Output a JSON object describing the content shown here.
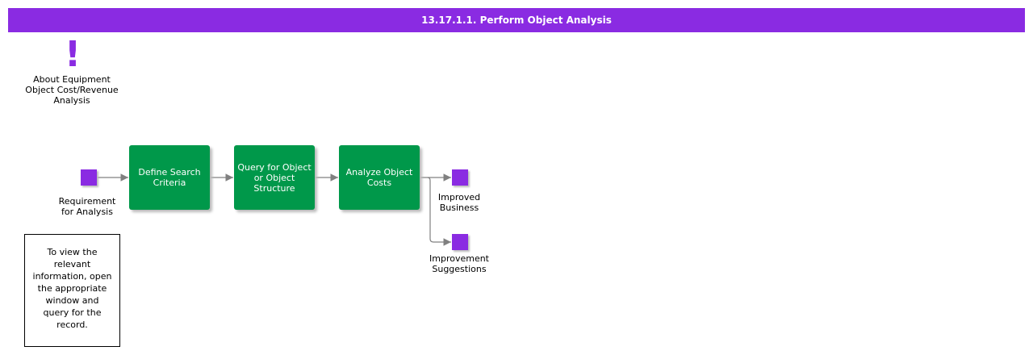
{
  "title": "13.17.1.1. Perform Object Analysis",
  "info": {
    "label": "About Equipment\nObject Cost/Revenue\nAnalysis"
  },
  "events": {
    "start": "Requirement\nfor Analysis",
    "end1": "Improved\nBusiness",
    "end2": "Improvement\nSuggestions"
  },
  "functions": [
    "Define Search\nCriteria",
    "Query for Object\nor Object\nStructure",
    "Analyze Object\nCosts"
  ],
  "note": "To view the\nrelevant\ninformation, open\nthe appropriate\nwindow and\nquery for the\nrecord.",
  "colors": {
    "header": "#8a2be2",
    "function": "#00984a",
    "event": "#8a2be2"
  }
}
